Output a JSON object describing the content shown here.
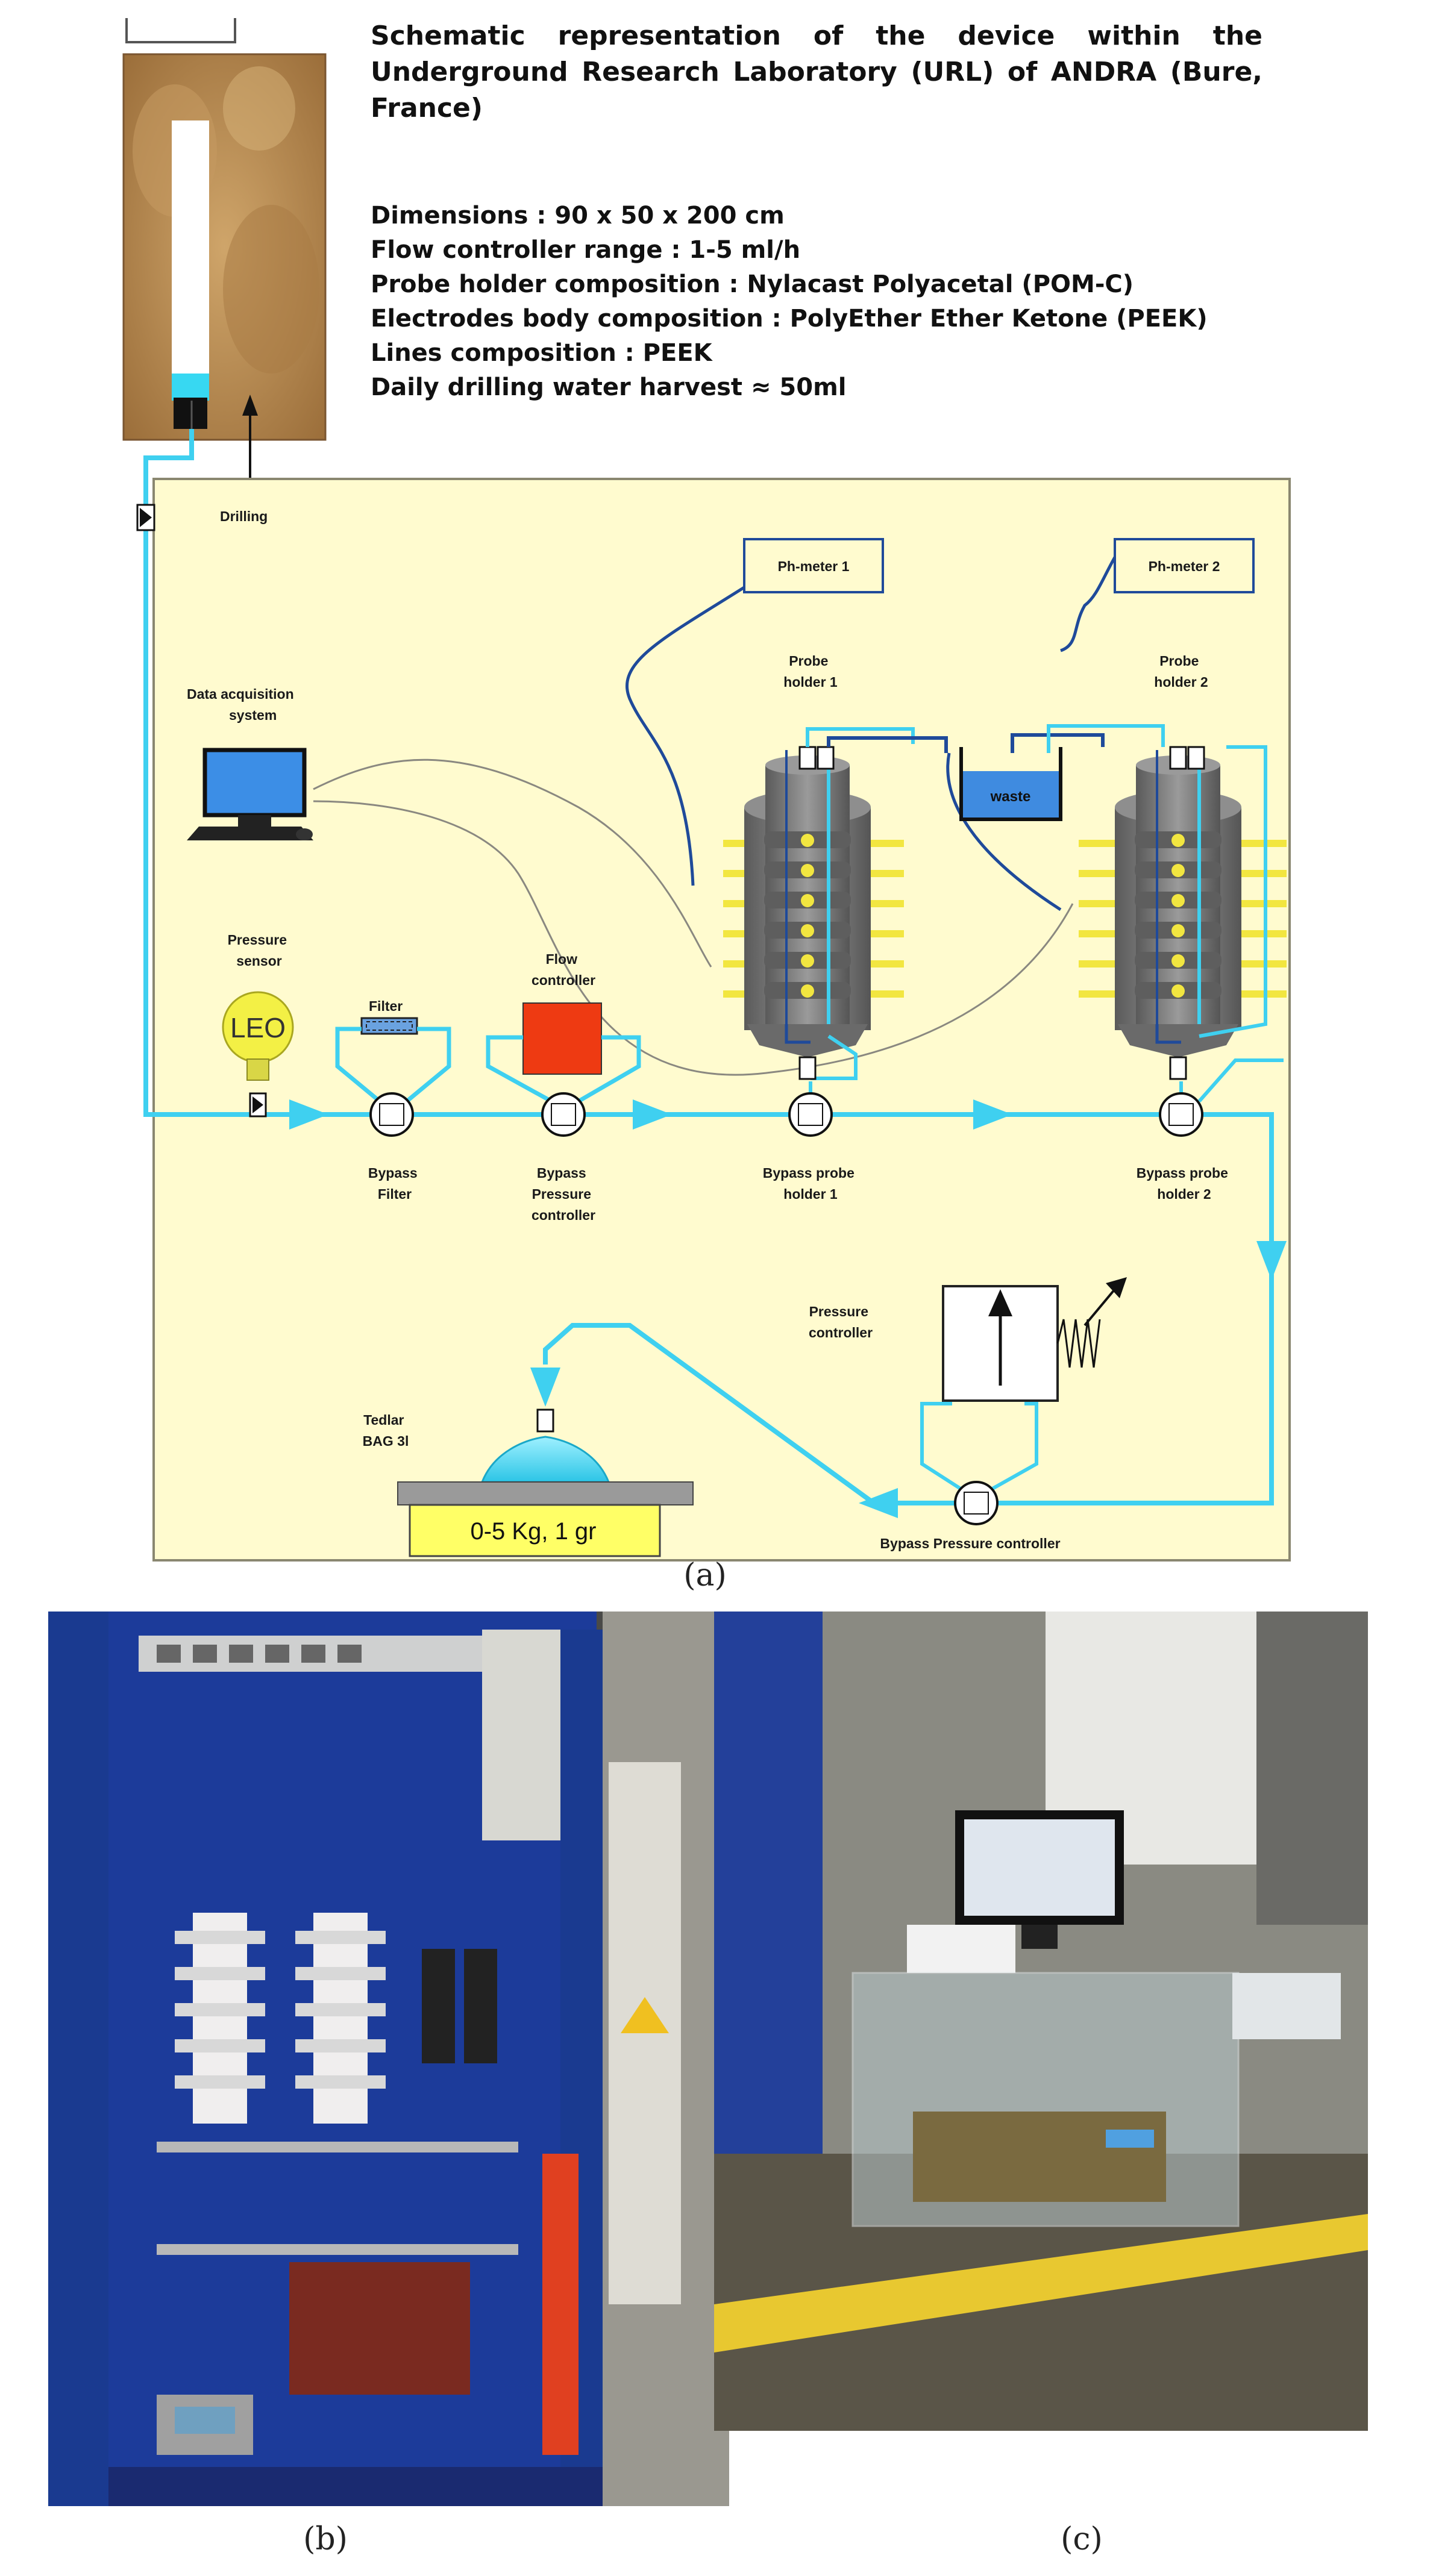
{
  "title": "Schematic representation of the device within the Underground Research Laboratory (URL) of ANDRA (Bure, France)",
  "specs": [
    "Dimensions : 90 x 50 x 200 cm",
    "Flow controller range : 1-5 ml/h",
    "Probe holder composition : Nylacast Polyacetal (POM-C)",
    "Electrodes body composition : PolyEther Ether Ketone (PEEK)",
    "Lines composition : PEEK",
    "Daily drilling water harvest ≈ 50ml"
  ],
  "labels": {
    "drilling": "Drilling",
    "ph_meter_1": "Ph-meter 1",
    "ph_meter_2": "Ph-meter 2",
    "probe_holder_1": [
      "Probe",
      "holder 1"
    ],
    "probe_holder_2": [
      "Probe",
      "holder 2"
    ],
    "waste": "waste",
    "data_acquisition": [
      "Data acquisition",
      "system"
    ],
    "pressure_sensor": [
      "Pressure",
      "sensor"
    ],
    "leo": "LEO",
    "filter": "Filter",
    "flow_controller": [
      "Flow",
      "controller"
    ],
    "bypass_filter": [
      "Bypass",
      "Filter"
    ],
    "bypass_pressure_controller": [
      "Bypass",
      "Pressure",
      "controller"
    ],
    "bypass_probe_holder_1": [
      "Bypass probe",
      "holder 1"
    ],
    "bypass_probe_holder_2": [
      "Bypass probe",
      "holder 2"
    ],
    "pressure_controller": [
      "Pressure",
      "controller"
    ],
    "tedlar_bag": [
      "Tedlar",
      "BAG 3l"
    ],
    "balance": "0-5 Kg, 1 gr",
    "bypass_pressure_controller_bottom": "Bypass Pressure controller"
  },
  "captions": {
    "a": "(a)",
    "b": "(b)",
    "c": "(c)"
  },
  "colors": {
    "cyan_line": "#3fd0f0",
    "panel_bg": "#fffbcf",
    "soil": "#b98c52",
    "probe_gray": "#7a7a7a",
    "electrode_yellow": "#f2e640",
    "flow_red": "#ee3a12",
    "waste_blue": "#3f8be0",
    "balance_yellow": "#ffff66",
    "cabinet_blue": "#1c3b9a"
  }
}
